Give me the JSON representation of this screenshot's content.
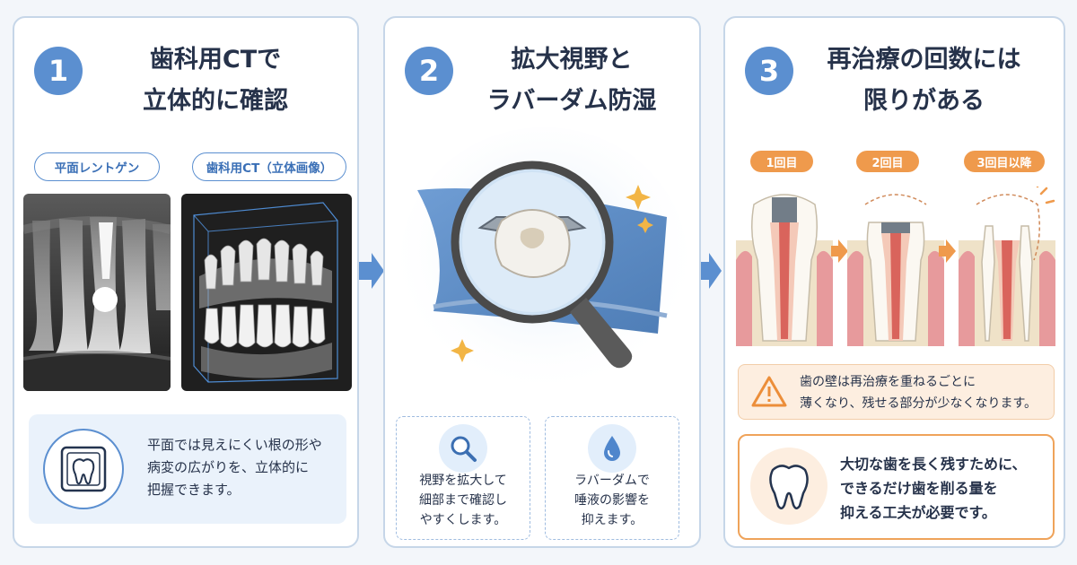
{
  "panels": [
    {
      "number": "1",
      "title_lines": [
        "歯科用CTで",
        "立体的に確認"
      ],
      "labels": [
        "平面レントゲン",
        "歯科用CT（立体画像）"
      ],
      "info_lines": [
        "平面では見えにくい根の形や",
        "病変の広がりを、立体的に",
        "把握できます。"
      ],
      "icons": [
        "xray-tooth-icon"
      ]
    },
    {
      "number": "2",
      "title_lines": [
        "拡大視野と",
        "ラバーダム防湿"
      ],
      "boxes": [
        {
          "icon": "magnifier-icon",
          "lines": [
            "視野を拡大して",
            "細部まで確認し",
            "やすくします。"
          ]
        },
        {
          "icon": "water-drop-icon",
          "lines": [
            "ラバーダムで",
            "唾液の影響を",
            "抑えます。"
          ]
        }
      ]
    },
    {
      "number": "3",
      "title_lines": [
        "再治療の回数には",
        "限りがある"
      ],
      "stages": [
        "1回目",
        "2回目",
        "3回目以降"
      ],
      "warning_lines": [
        "歯の壁は再治療を重ねるごとに",
        "薄くなり、残せる部分が少なくなります。"
      ],
      "keep_lines": [
        "大切な歯を長く残すために、",
        "できるだけ歯を削る量を",
        "抑える工夫が必要です。"
      ],
      "icons": [
        "warning-icon",
        "tooth-icon"
      ]
    }
  ],
  "colors": {
    "primary_blue": "#5b8fd0",
    "accent_orange": "#ef9a4c",
    "panel_border": "#c6d6e8",
    "info_bg": "#eaf2fb",
    "warning_bg": "#fdeee0"
  }
}
